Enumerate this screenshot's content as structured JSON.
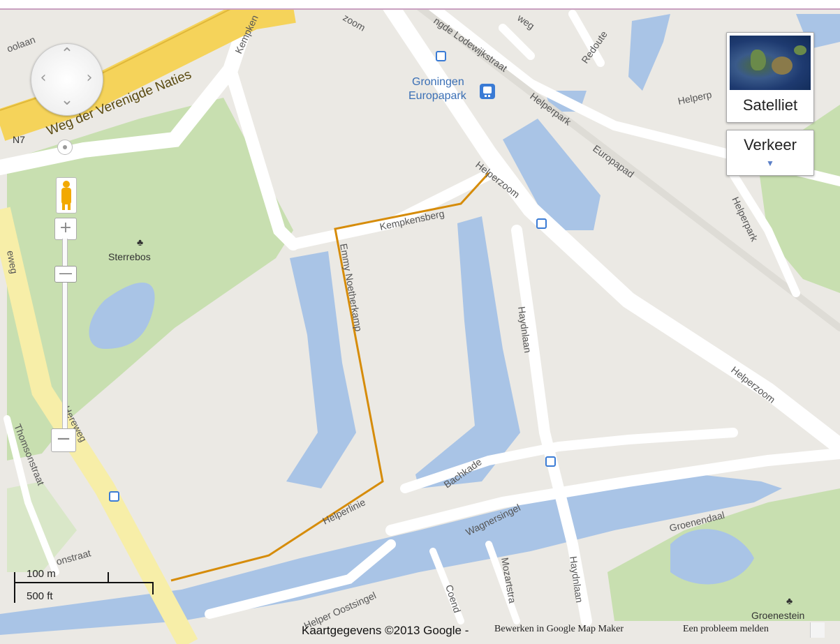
{
  "map": {
    "streets": {
      "weg_der_verenigde_naties": "Weg der Verenigde Naties",
      "n7": "N7",
      "oolaan": "oolaan",
      "kempkensberg_top": "Kempken",
      "zoom_top": "zoom",
      "lodewijkstraat": "ngde Lodewijkstraat",
      "weg_top": "weg",
      "redoute": "Redoute",
      "helperpark": "Helperpark",
      "helperpark_vertical": "Helperpark",
      "helperp_top": "Helperp",
      "europapad": "Europapad",
      "helperzoom_upper": "Helperzoom",
      "helperzoom_lower": "Helperzoom",
      "kempkensberg": "Kempkensberg",
      "emmy_noether_kamp": "Emmy Noetherkamp",
      "haydnlaan_upper": "Haydnlaan",
      "haydnlaan_lower": "Haydnlaan",
      "bachkade": "Bachkade",
      "wagnersingel": "Wagnersingel",
      "groenendaal": "Groenendaal",
      "mozartstra": "Mozartstra",
      "coen": "Coend",
      "helperlinie": "Helperlinie",
      "oostsingel": "Helper Oostsingel",
      "hereweg_upper": "eweg",
      "hereweg_lower": "Hereweg",
      "thomsonstraat": "Thomsonstraat",
      "onstraat": "onstraat"
    },
    "places": {
      "sterrebos": "Sterrebos",
      "station_line1": "Groningen",
      "station_line2": "Europapark",
      "groenestein": "Groenestein"
    },
    "colors": {
      "land": "#ebe9e4",
      "park": "#c8dfb0",
      "water": "#a9c4e6",
      "road": "#ffffff",
      "motorway": "#f5d35a",
      "route": "#d68c0a"
    }
  },
  "controls": {
    "pan_icon": "pan-arrows-icon",
    "pegman_icon": "pegman-icon",
    "zoom_in": "+",
    "zoom_out": "−",
    "zoom_thumb": "—",
    "zoom_level_fraction": 0.85,
    "satellite_label": "Satelliet",
    "traffic_label": "Verkeer",
    "traffic_caret": "▼"
  },
  "scale": {
    "metric": "100 m",
    "imperial": "500 ft"
  },
  "footer": {
    "data_credit": "Kaartgegevens ©2013 Google -",
    "map_maker": "Bewerken in Google Map Maker",
    "report": "Een probleem melden"
  }
}
